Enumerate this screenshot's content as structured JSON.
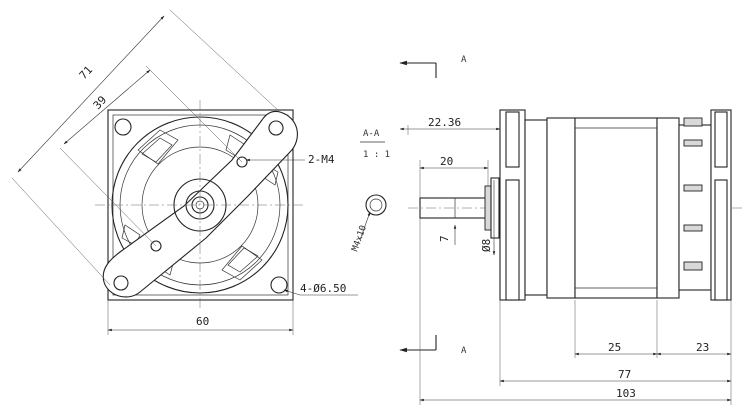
{
  "front_view": {
    "dim_71": "71",
    "dim_39": "39",
    "dim_60": "60",
    "callout_2m4": "2-M4",
    "callout_holes": "4-Ø6.50"
  },
  "section_view": {
    "title": "A-A",
    "scale": "1 : 1",
    "thread_label": "M4x10"
  },
  "side_view": {
    "section_mark_top": "A",
    "section_mark_bottom": "A",
    "dim_22_36": "22.36",
    "dim_20": "20",
    "dim_7": "7",
    "dim_dia8": "Ø8",
    "dim_25": "25",
    "dim_23": "23",
    "dim_77": "77",
    "dim_103": "103"
  }
}
